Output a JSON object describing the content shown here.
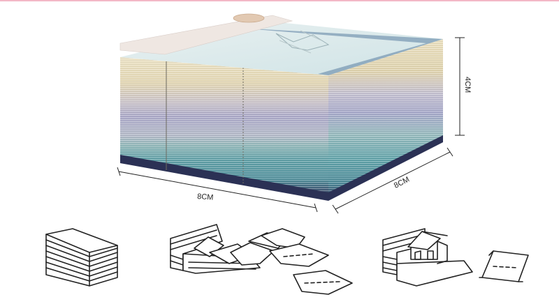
{
  "dimensions": {
    "height_label": "4CM",
    "front_width_label": "8CM",
    "side_depth_label": "8CM"
  },
  "colors": {
    "accent_pink": "#f3b8c6",
    "cream": "#e6d9b8",
    "lavender": "#a9a7c9",
    "teal": "#5ea2a8",
    "navy": "#2c3356",
    "sketch_ink": "#222222"
  },
  "illustrations": [
    {
      "icon": "paper-stack-sketch-icon"
    },
    {
      "icon": "tearing-pages-sketch-icon"
    },
    {
      "icon": "popup-house-sketch-icon"
    }
  ]
}
